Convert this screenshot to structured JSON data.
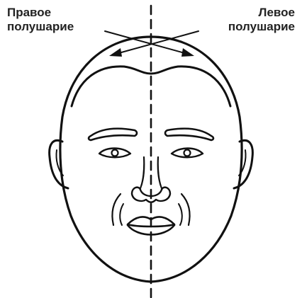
{
  "labels": {
    "right_hemisphere": [
      "Правое",
      "полушарие"
    ],
    "left_hemisphere": [
      "Левое",
      "полушарие"
    ]
  },
  "colors": {
    "line": "#111111",
    "text": "#222222",
    "background": "#ffffff"
  },
  "icons": [
    "face-outline-drawing",
    "crossed-arrows",
    "midline-dashed"
  ]
}
